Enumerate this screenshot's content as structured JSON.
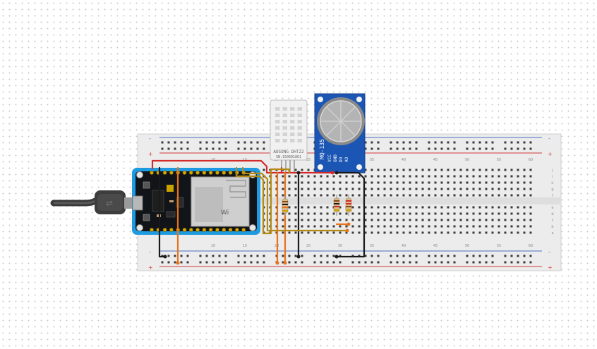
{
  "dht": {
    "part_line1": "AOSONG DHT22",
    "part_line2": "SN:150601861"
  },
  "mq": {
    "name": "MQ-135",
    "pins": [
      "VCC",
      "GND",
      "DO",
      "AO"
    ]
  },
  "breadboard": {
    "rail_minus": "-",
    "rail_plus": "+",
    "col_numbers_top": [
      "10",
      "15",
      "20",
      "25",
      "30",
      "35",
      "40",
      "45",
      "50",
      "55",
      "60"
    ],
    "col_numbers_bottom": [
      "10",
      "15",
      "20",
      "25",
      "30",
      "35",
      "40",
      "45",
      "50",
      "55",
      "60"
    ],
    "row_letters_top": [
      "j",
      "i",
      "h",
      "g",
      "f"
    ],
    "row_letters_bottom": [
      "e",
      "d",
      "c",
      "b",
      "a"
    ]
  },
  "colors": {
    "wire_red": "#d42a2a",
    "wire_black": "#1a1a1a",
    "wire_orange": "#e8731a",
    "wire_olive": "#b38a16",
    "board_blue": "#1d9ae0",
    "mq_blue": "#1c56b4",
    "breadboard": "#ececec"
  }
}
